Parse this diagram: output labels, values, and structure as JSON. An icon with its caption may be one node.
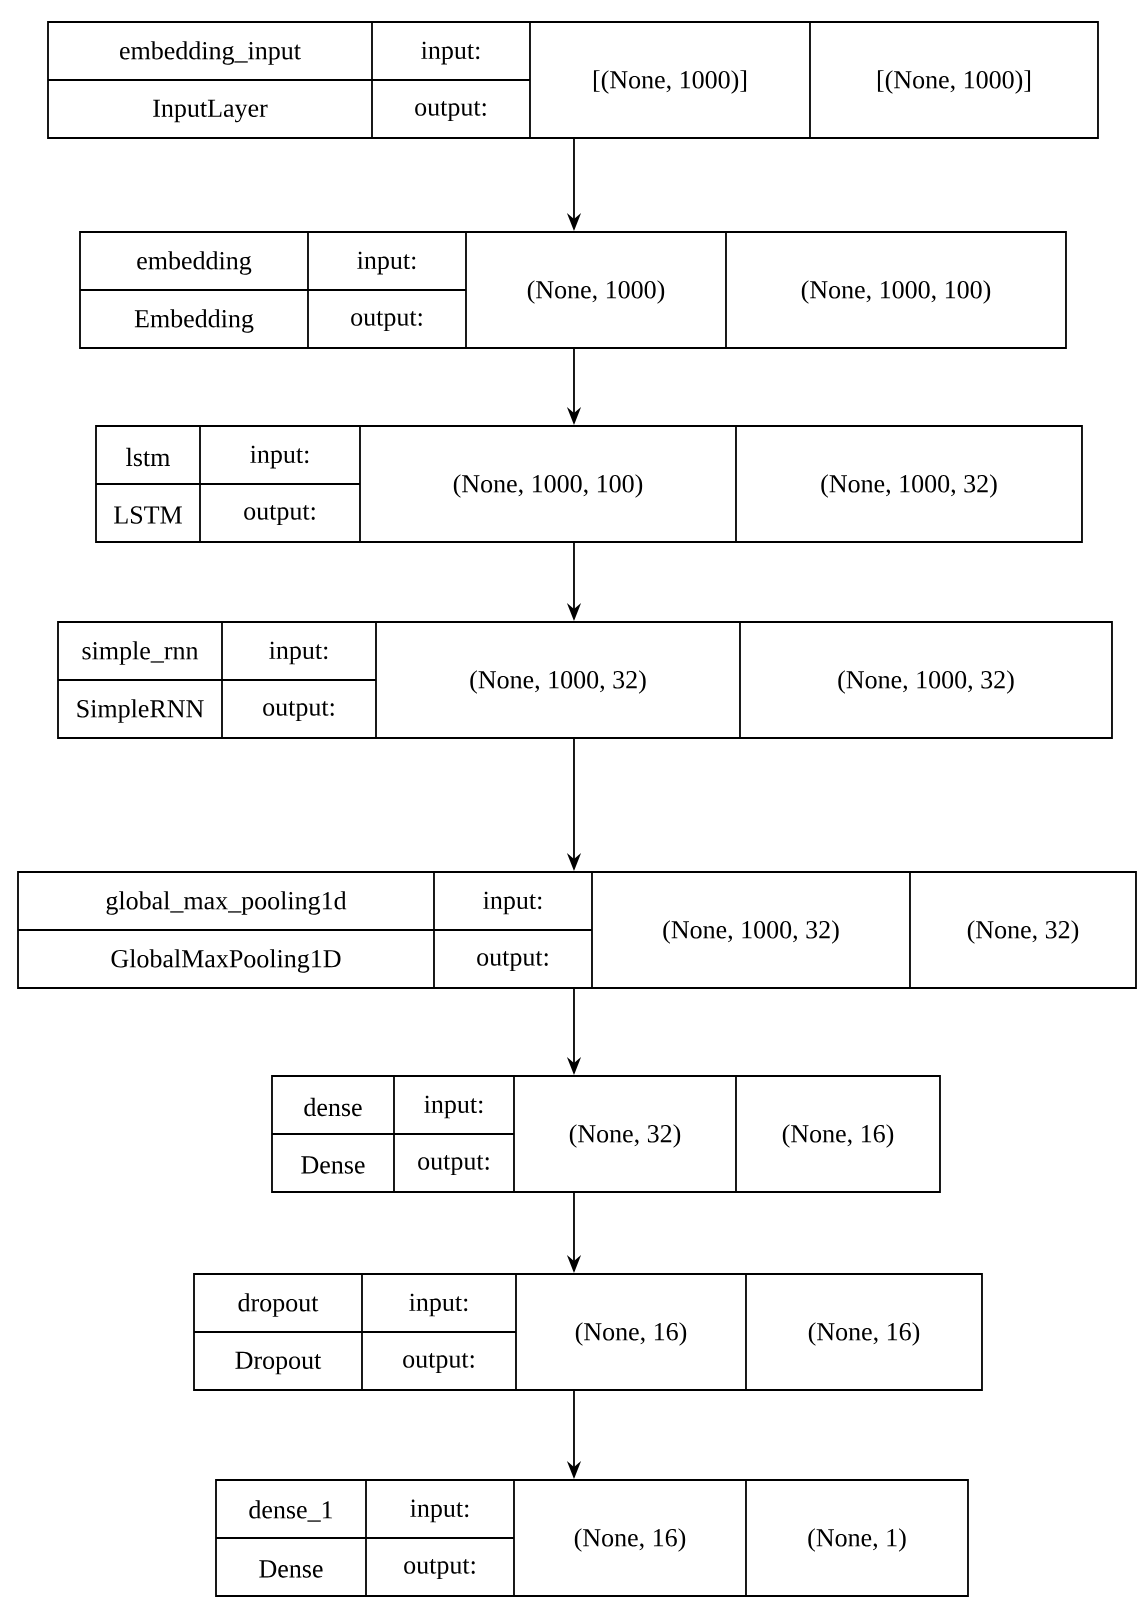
{
  "diagram": {
    "nodes": [
      {
        "text": [
          "embedding_input",
          "InputLayer",
          "input:",
          "output:",
          "[(None, 1000)]",
          "[(None, 1000)]"
        ]
      },
      {
        "text": [
          "embedding",
          "Embedding",
          "input:",
          "output:",
          "(None, 1000)",
          "(None, 1000, 100)"
        ]
      },
      {
        "text": [
          "lstm",
          "LSTM",
          "input:",
          "output:",
          "(None, 1000, 100)",
          "(None, 1000, 32)"
        ]
      },
      {
        "text": [
          "simple_rnn",
          "SimpleRNN",
          "input:",
          "output:",
          "(None, 1000, 32)",
          "(None, 1000, 32)"
        ]
      },
      {
        "text": [
          "global_max_pooling1d",
          "GlobalMaxPooling1D",
          "input:",
          "output:",
          "(None, 1000, 32)",
          "(None, 32)"
        ]
      },
      {
        "text": [
          "dense",
          "Dense",
          "input:",
          "output:",
          "(None, 32)",
          "(None, 16)"
        ]
      },
      {
        "text": [
          "dropout",
          "Dropout",
          "input:",
          "output:",
          "(None, 16)",
          "(None, 16)"
        ]
      },
      {
        "text": [
          "dense_1",
          "Dense",
          "input:",
          "output:",
          "(None, 16)",
          "(None, 1)"
        ]
      }
    ],
    "edges": [
      {
        "from": 0,
        "to": 1,
        "arrow": "to"
      },
      {
        "from": 1,
        "to": 2,
        "arrow": "to"
      },
      {
        "from": 2,
        "to": 3,
        "arrow": "to"
      },
      {
        "from": 3,
        "to": 4,
        "arrow": "to"
      },
      {
        "from": 4,
        "to": 5,
        "arrow": "to"
      },
      {
        "from": 5,
        "to": 6,
        "arrow": "to"
      },
      {
        "from": 6,
        "to": 7,
        "arrow": "to"
      }
    ]
  }
}
